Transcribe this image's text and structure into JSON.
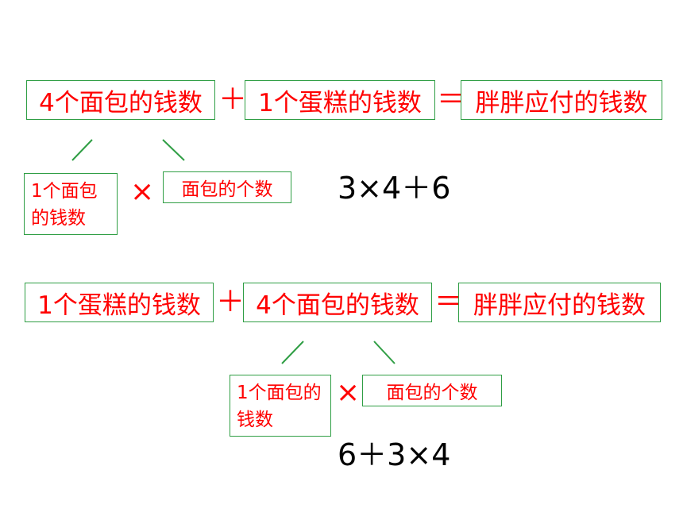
{
  "group1": {
    "box_a": "4个面包的钱数",
    "plus": "＋",
    "box_b": "1个蛋糕的钱数",
    "equals": "＝",
    "box_c": "胖胖应付的钱数",
    "sub_box_a": "1个面包的钱数",
    "times": "×",
    "sub_box_b": "面包的个数",
    "expression": "3×4＋6"
  },
  "group2": {
    "box_a": "1个蛋糕的钱数",
    "plus": "＋",
    "box_b": "4个面包的钱数",
    "equals": "＝",
    "box_c": "胖胖应付的钱数",
    "sub_box_a": "1个面包的钱数",
    "times": "×",
    "sub_box_b": "面包的个数",
    "expression": "6＋3×4"
  },
  "colors": {
    "box_text": "#ff0000",
    "box_border": "#2f9e44",
    "branch_line": "#2f9e44",
    "expression": "#000000"
  }
}
